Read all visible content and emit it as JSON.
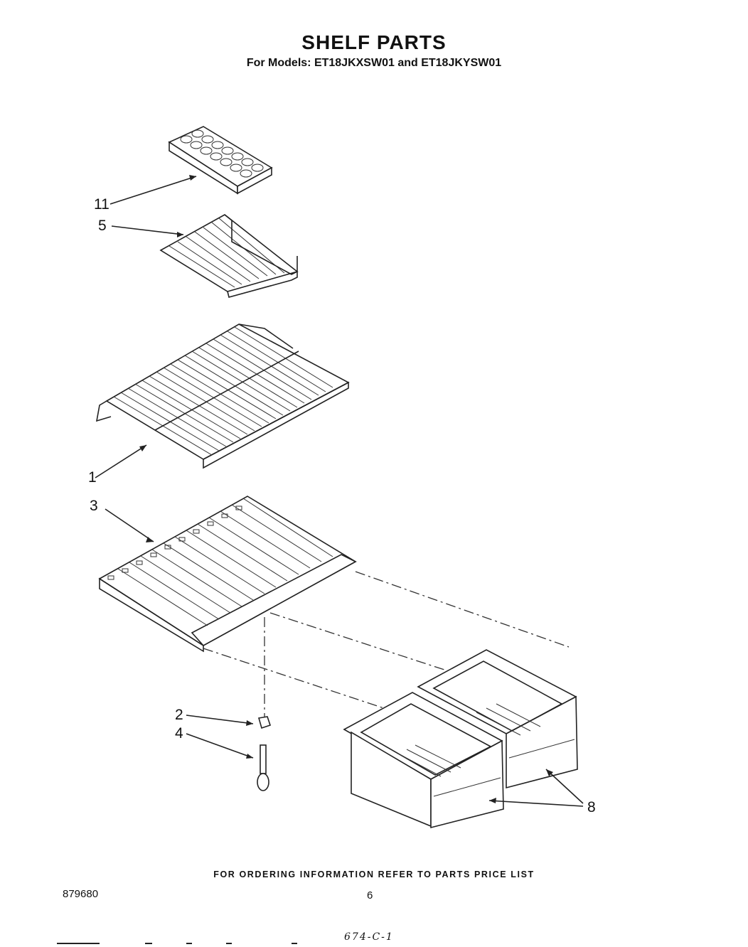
{
  "header": {
    "title": "SHELF PARTS",
    "subtitle": "For Models: ET18JKXSW01 and ET18JKYSW01"
  },
  "callouts": [
    {
      "id": "11",
      "label": "11"
    },
    {
      "id": "5",
      "label": "5"
    },
    {
      "id": "1",
      "label": "1"
    },
    {
      "id": "3",
      "label": "3"
    },
    {
      "id": "2",
      "label": "2"
    },
    {
      "id": "4",
      "label": "4"
    },
    {
      "id": "8",
      "label": "8"
    }
  ],
  "footer": {
    "ordering_note": "FOR ORDERING INFORMATION REFER TO PARTS PRICE LIST",
    "doc_number": "879680",
    "page_number": "6",
    "handwritten": "674-C-1"
  }
}
